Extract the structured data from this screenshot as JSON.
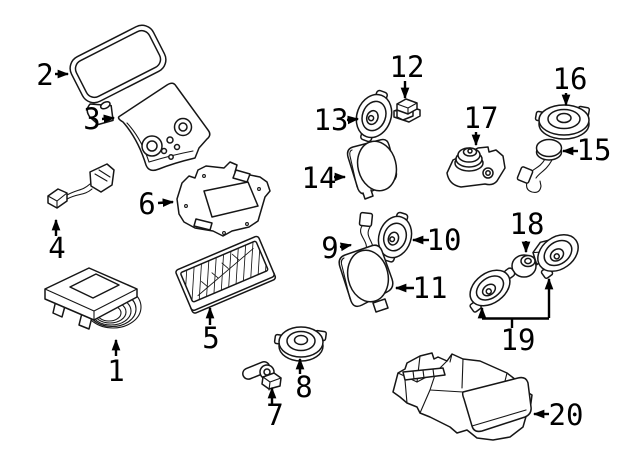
{
  "diagram": {
    "description": "exploded-parts-diagram-audio-speaker-components",
    "background": "#ffffff",
    "line_color": "#161616",
    "callouts": [
      {
        "label": "1",
        "part": "module-with-coiled-cable"
      },
      {
        "label": "2",
        "part": "display-unit"
      },
      {
        "label": "3",
        "part": "control-faceplate"
      },
      {
        "label": "4",
        "part": "wiring-pigtail"
      },
      {
        "label": "5",
        "part": "amplifier-finned"
      },
      {
        "label": "6",
        "part": "mounting-bracket"
      },
      {
        "label": "7",
        "part": "retaining-clip"
      },
      {
        "label": "8",
        "part": "dash-speaker"
      },
      {
        "label": "9",
        "part": "jumper-wire"
      },
      {
        "label": "10",
        "part": "tweeter"
      },
      {
        "label": "11",
        "part": "door-speaker-housing"
      },
      {
        "label": "12",
        "part": "clip"
      },
      {
        "label": "13",
        "part": "tweeter"
      },
      {
        "label": "14",
        "part": "door-speaker-housing"
      },
      {
        "label": "15",
        "part": "microphone-with-lead"
      },
      {
        "label": "16",
        "part": "dash-speaker"
      },
      {
        "label": "17",
        "part": "speaker-with-bracket"
      },
      {
        "label": "18",
        "part": "grommet"
      },
      {
        "label": "19",
        "part": "tweeter-pair"
      },
      {
        "label": "20",
        "part": "amplifier-assembly"
      }
    ]
  }
}
